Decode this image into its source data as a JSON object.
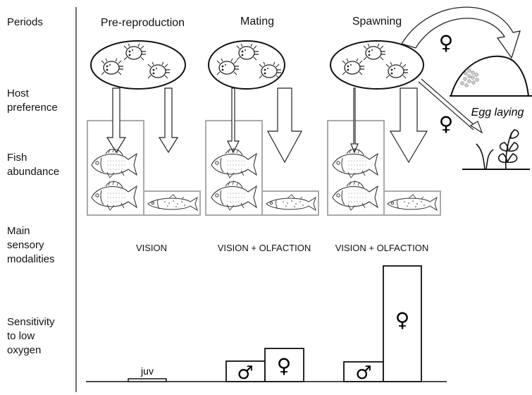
{
  "row_labels": {
    "periods": "Periods",
    "host_preference": "Host\npreference",
    "fish_abundance": "Fish\nabundance",
    "sensory": "Main\nsensory\nmodalities",
    "oxygen": "Sensitivity\nto low\noxygen"
  },
  "columns": [
    {
      "title": "Pre-reproduction",
      "modality": "VISION"
    },
    {
      "title": "Mating",
      "modality": "VISION + OLFACTION"
    },
    {
      "title": "Spawning",
      "modality": "VISION + OLFACTION"
    }
  ],
  "egg_laying_label": "Egg laying",
  "female_symbol": "♀",
  "male_symbol": "♂",
  "juv_label": "juv"
}
